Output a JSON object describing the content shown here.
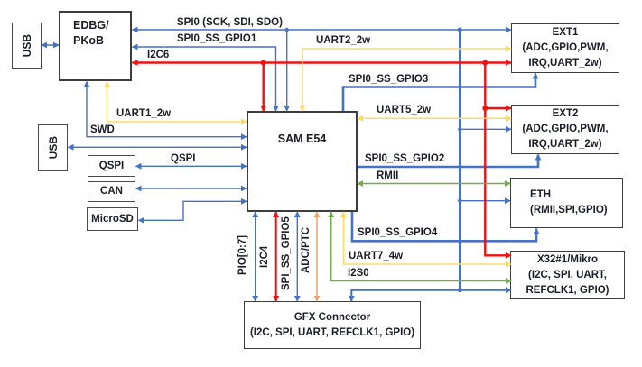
{
  "diagram": {
    "blocks": {
      "usb_top": "USB",
      "usb_bottom": "USB",
      "edbg_line1": "EDBG/",
      "edbg_line2": "PKoB",
      "sam": "SAM E54",
      "qspi": "QSPI",
      "can": "CAN",
      "microsd": "MicroSD",
      "ext1_line1": "EXT1",
      "ext1_line2": "(ADC,GPIO,PWM,",
      "ext1_line3": "IRQ,UART_2w)",
      "ext2_line1": "EXT2",
      "ext2_line2": "(ADC,GPIO,PWM,",
      "ext2_line3": "IRQ,UART_2w)",
      "eth_line1": "ETH",
      "eth_line2": "(RMII,SPI,GPIO)",
      "x32_line1": "X32#1/Mikro",
      "x32_line2": "(I2C, SPI, UART,",
      "x32_line3": "REFCLK1, GPIO)",
      "gfx_line1": "GFX Connector",
      "gfx_line2": "(I2C, SPI, UART, REFCLK1, GPIO)"
    },
    "wires": {
      "spi0": "SPI0 (SCK, SDI, SDO)",
      "spi0_ss_gpio1": "SPI0_SS_GPIO1",
      "i2c6": "I2C6",
      "uart2": "UART2_2w",
      "spi0_ss_gpio3": "SPI0_SS_GPIO3",
      "uart1": "UART1_2w",
      "swd": "SWD",
      "qspi": "QSPI",
      "uart5": "UART5_2w",
      "spi0_ss_gpio2": "SPI0_SS_GPIO2",
      "rmii": "RMII",
      "spi0_ss_gpio4": "SPI0_SS_GPIO4",
      "uart7": "UART7_4w",
      "i2s0": "I2S0",
      "pio": "PIO[0:7]",
      "i2c4": "I2C4",
      "spi_ss_gpio5": "SPI_SS_GPIO5",
      "adc_ptc": "ADC/PTC"
    },
    "colors": {
      "blue": "#4472C4",
      "red": "#EE1111",
      "yellow": "#FFD966",
      "green": "#70AD47",
      "orange": "#EFA26C",
      "box_border": "#3D3D3D"
    }
  }
}
